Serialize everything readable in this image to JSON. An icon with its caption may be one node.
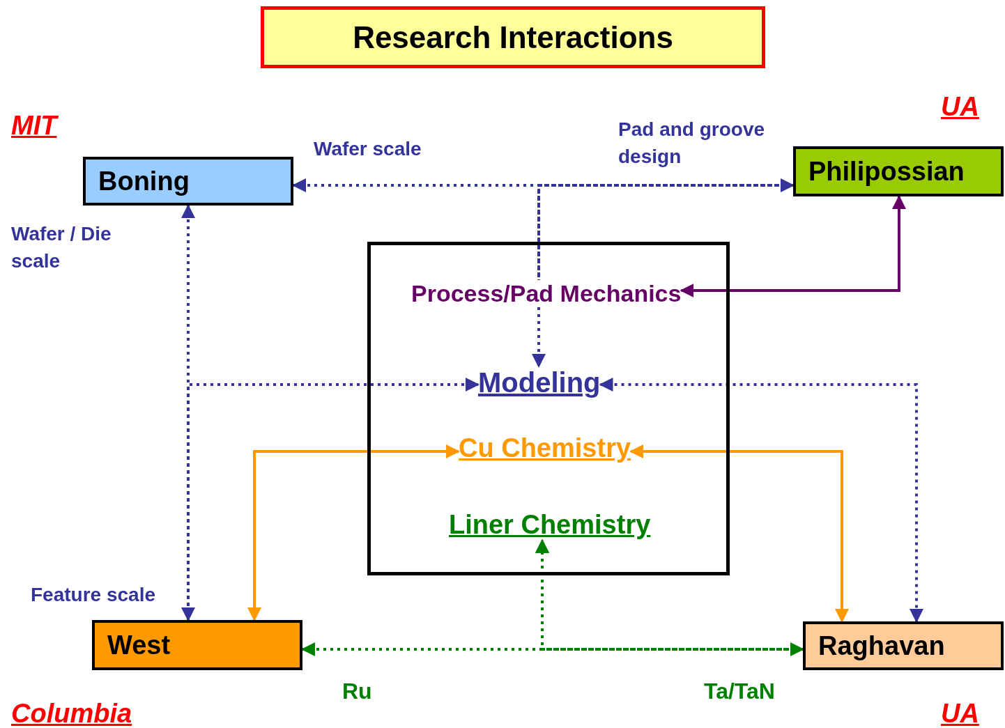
{
  "diagram": {
    "title": "Research Interactions",
    "nodes": [
      {
        "text": [
          "Boning"
        ]
      },
      {
        "text": [
          "Philipossian"
        ]
      },
      {
        "text": [],
        "shape": "box"
      },
      {
        "text": [
          "Process/Pad Mechanics"
        ],
        "in": 2
      },
      {
        "text": [
          "Modeling"
        ],
        "in": 2
      },
      {
        "text": [
          "Cu Chemistry"
        ],
        "in": 2
      },
      {
        "text": [
          "Liner Chemistry"
        ],
        "in": 2
      },
      {
        "text": [
          "West"
        ]
      },
      {
        "text": [
          "Raghavan"
        ]
      }
    ],
    "edges": [
      {
        "from": 0,
        "to": 1,
        "arrow": "both",
        "style": "dashed"
      },
      {
        "from": 0,
        "to": 3,
        "arrow": "none",
        "style": "dashed"
      },
      {
        "from": 1,
        "to": 3,
        "arrow": "none",
        "style": "dashed"
      },
      {
        "from": 3,
        "to": 4,
        "arrow": "to",
        "style": "dashed"
      },
      {
        "from": 0,
        "to": 7,
        "arrow": "both",
        "style": "dashed"
      },
      {
        "from": 7,
        "to": 4,
        "arrow": "to",
        "style": "dashed"
      },
      {
        "from": 4,
        "to": 8,
        "arrow": "both",
        "style": "dashed"
      },
      {
        "from": 1,
        "to": 3,
        "arrow": "both",
        "color": "#660066"
      },
      {
        "from": 5,
        "to": 7,
        "arrow": "both",
        "color": "#ff9900"
      },
      {
        "from": 5,
        "to": 8,
        "arrow": "both",
        "color": "#ff9900"
      },
      {
        "from": 7,
        "to": 8,
        "arrow": "both",
        "style": "dashed",
        "color": "#008000"
      },
      {
        "from": 7,
        "to": 6,
        "arrow": "to",
        "style": "dashed",
        "color": "#008000"
      },
      {
        "from": 8,
        "to": 6,
        "arrow": "to",
        "style": "dashed",
        "color": "#008000"
      }
    ],
    "labels": [
      "MIT",
      "UA",
      "Wafer scale",
      "Pad and groove design",
      "Wafer / Die scale",
      "Feature scale",
      "Ru",
      "Ta/TaN",
      "Columbia",
      "UA"
    ]
  }
}
